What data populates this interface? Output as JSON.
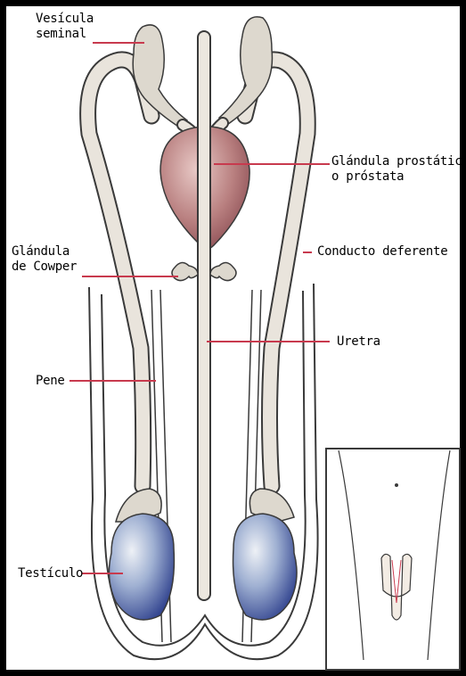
{
  "labels": {
    "vesicula": [
      "Vesícula",
      "seminal"
    ],
    "prostata": [
      "Glándula prostática",
      "o próstata"
    ],
    "cowper": [
      "Glándula",
      "de Cowper"
    ],
    "conducto": "Conducto deferente",
    "uretra": "Uretra",
    "pene": "Pene",
    "testiculo": "Testículo"
  },
  "colors": {
    "leader_line": "#c83a4e",
    "prostate": "#a86a6e",
    "testis": "#3a4f98",
    "tissue": "#e9e4dc",
    "outline": "#3a3a3a",
    "border": "#000000"
  }
}
